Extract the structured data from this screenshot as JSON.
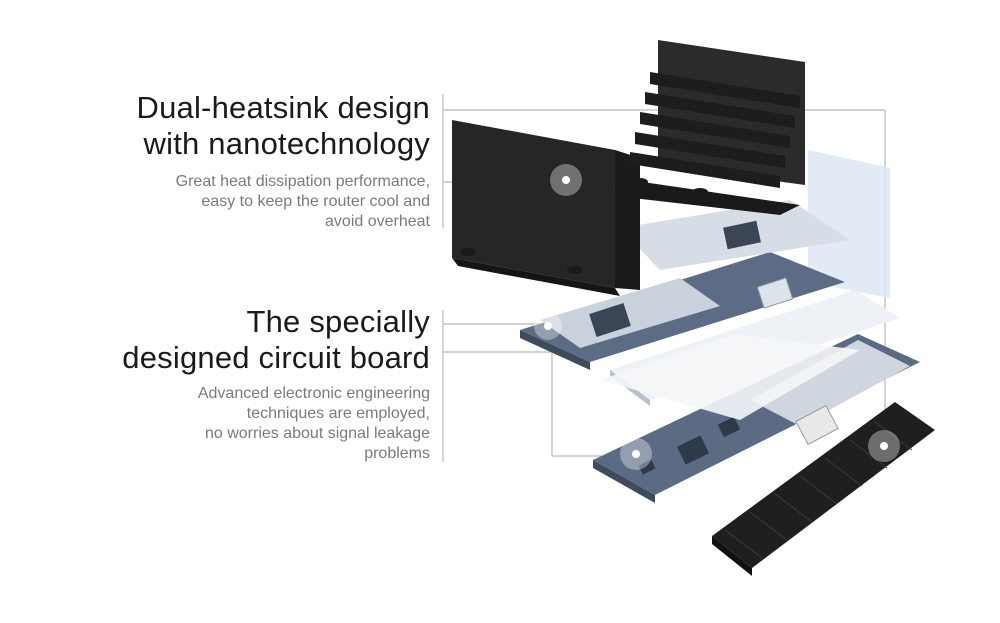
{
  "features": [
    {
      "title_lines": [
        "Dual-heatsink design",
        "with nanotechnology"
      ],
      "desc_lines": [
        "Great heat dissipation performance,",
        "easy to keep the router cool and",
        "avoid overheat"
      ]
    },
    {
      "title_lines": [
        "The specially",
        "designed circuit board"
      ],
      "desc_lines": [
        "Advanced electronic engineering",
        "techniques are employed,",
        "no worries about signal leakage",
        "problems"
      ]
    }
  ],
  "colors": {
    "heatsink": "#2a2a2a",
    "board": "#5b6d86",
    "shield": "#dfe7f1",
    "callout_line": "#b0b0b0"
  }
}
